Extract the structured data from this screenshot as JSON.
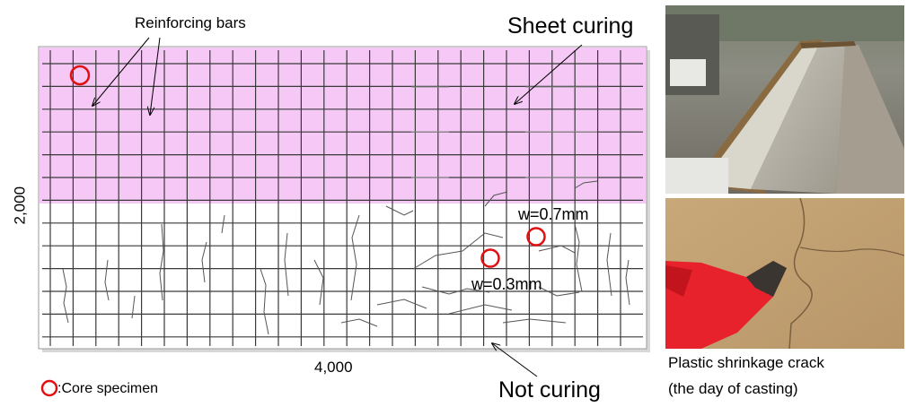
{
  "labels": {
    "reinforcing_bars": "Reinforcing bars",
    "sheet_curing": "Sheet curing",
    "not_curing": "Not curing",
    "width_dim": "4,000",
    "height_dim": "2,000",
    "crack_1": "w=0.7mm",
    "crack_2": "w=0.3mm",
    "legend_core": ":Core specimen",
    "caption_line1": "Plastic shrinkage crack",
    "caption_line2": "(the day of casting)"
  },
  "colors": {
    "curing_zone": "#f5c8f5",
    "core_marker": "#e01010",
    "rebar": "#3a3a3a",
    "crack": "#555555"
  },
  "photos": [
    {
      "name": "slab-casting-photo",
      "icon": "photo-site-overview"
    },
    {
      "name": "crack-closeup-photo",
      "icon": "photo-crack-closeup"
    }
  ]
}
